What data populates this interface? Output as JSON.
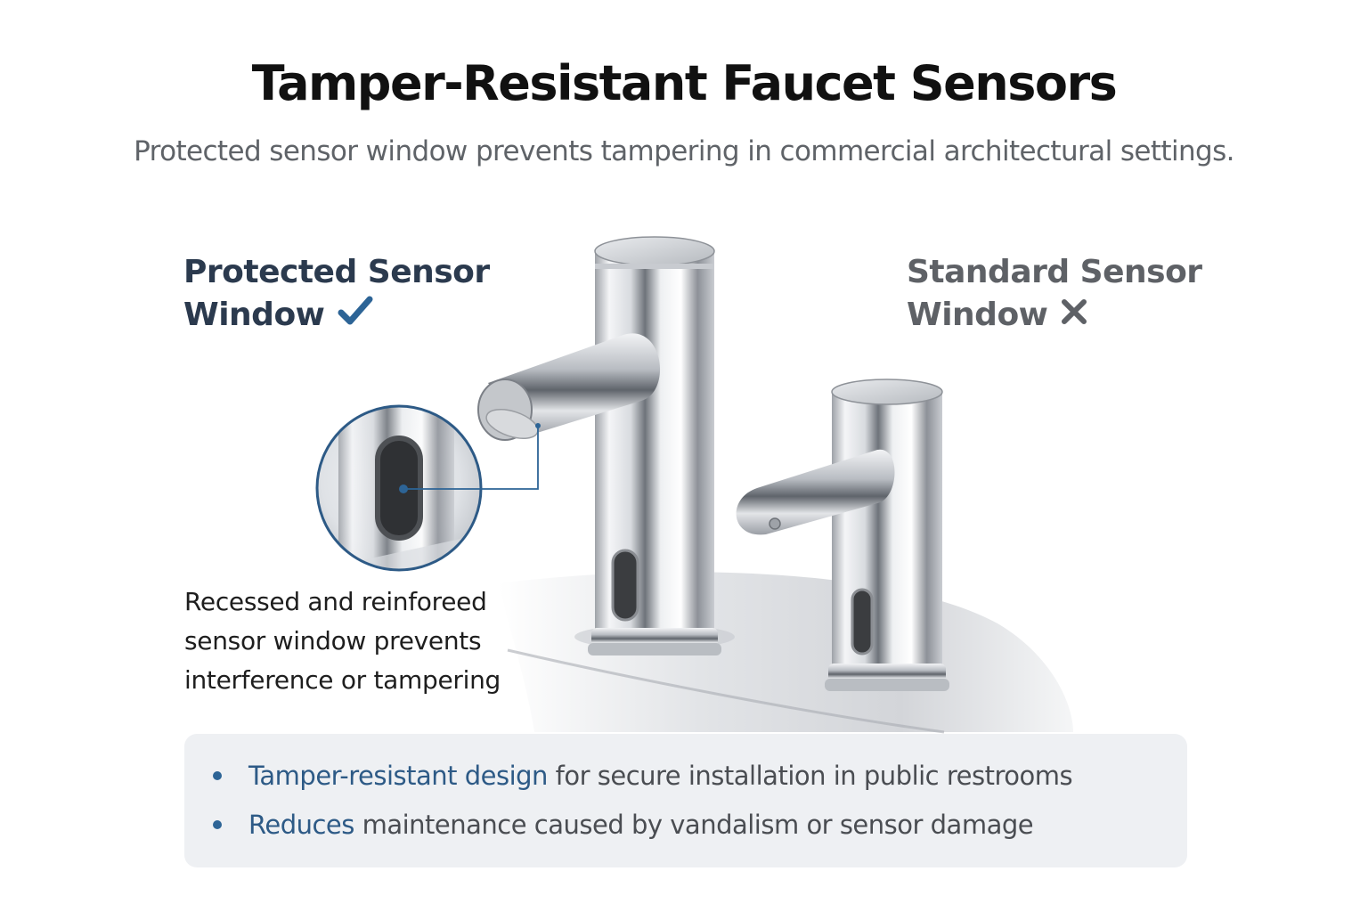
{
  "header": {
    "title": "Tamper-Resistant Faucet Sensors",
    "subtitle": "Protected sensor window prevents tampering in commercial architectural settings."
  },
  "left_label": {
    "line1": "Protected Sensor",
    "line2": "Window",
    "icon": "checkmark-icon",
    "color": "#2b3a4e",
    "icon_color": "#2d6496"
  },
  "right_label": {
    "line1": "Standard Sensor",
    "line2": "Window",
    "icon": "x-mark-icon",
    "color": "#5e6166"
  },
  "callout": {
    "line1": "Recessed and reinforeed",
    "line2": "sensor window prevents",
    "line3": "interference or tampering",
    "ring_color": "#2d5a86"
  },
  "features": {
    "items": [
      {
        "highlight": "Tamper-resistant design",
        "rest": " for secure installation in public restrooms"
      },
      {
        "highlight": "Reduces",
        "rest": " maintenance caused by vandalism or sensor damage"
      }
    ],
    "bullet_color": "#2d6496",
    "panel_bg": "#eef0f3"
  }
}
